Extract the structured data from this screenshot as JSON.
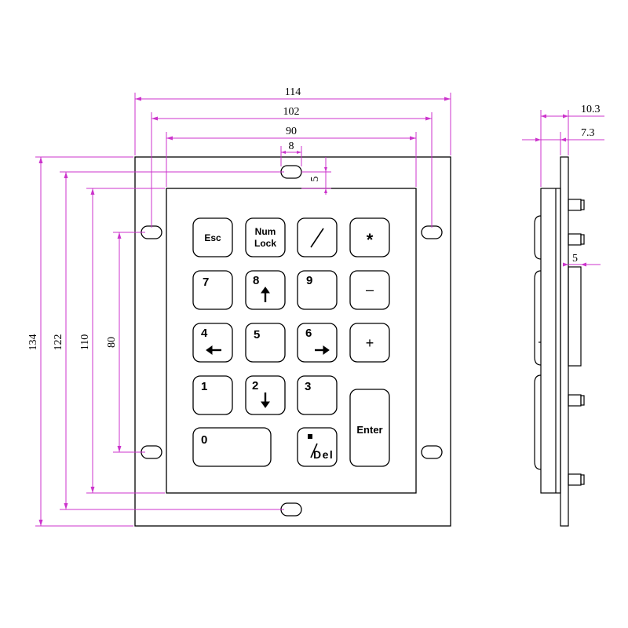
{
  "colors": {
    "dimension": "#cc33cc",
    "outline": "#000000",
    "background": "#ffffff"
  },
  "dimensions": {
    "top": [
      "114",
      "102",
      "90",
      "8",
      "5"
    ],
    "left": [
      "134",
      "122",
      "110",
      "80"
    ],
    "side": [
      "10.3",
      "7.3",
      "5"
    ]
  },
  "keys": [
    {
      "label": "Esc"
    },
    {
      "label": "Num",
      "label2": "Lock"
    },
    {
      "label": "/"
    },
    {
      "label": "*"
    },
    {
      "label": "7"
    },
    {
      "label": "8",
      "icon": "arrow-up-icon"
    },
    {
      "label": "9"
    },
    {
      "label": "–"
    },
    {
      "label": "4",
      "icon": "arrow-left-icon"
    },
    {
      "label": "5"
    },
    {
      "label": "6",
      "icon": "arrow-right-icon"
    },
    {
      "label": "+"
    },
    {
      "label": "1"
    },
    {
      "label": "2",
      "icon": "arrow-down-icon"
    },
    {
      "label": "3"
    },
    {
      "label": "Enter"
    },
    {
      "label": "0"
    },
    {
      "label": "Del",
      "icon": "square-icon"
    }
  ]
}
